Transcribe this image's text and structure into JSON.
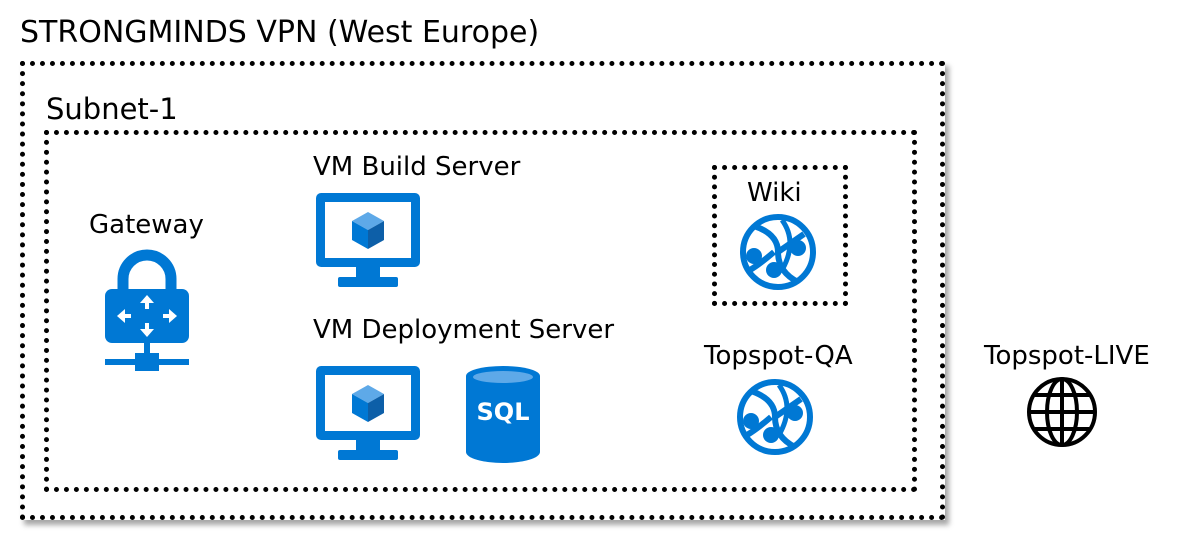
{
  "vpn": {
    "title": "STRONGMINDS VPN (West Europe)"
  },
  "subnet": {
    "title": "Subnet-1"
  },
  "nodes": {
    "gateway": {
      "label": "Gateway",
      "icon": "gateway-lock-icon"
    },
    "build_server": {
      "label": "VM Build Server",
      "icon": "virtual-machine-icon"
    },
    "deployment_server": {
      "label": "VM Deployment Server",
      "icon": "virtual-machine-icon",
      "db_icon": "sql-database-icon",
      "db_text": "SQL"
    },
    "wiki": {
      "label": "Wiki",
      "icon": "web-app-globe-icon"
    },
    "topspot_qa": {
      "label": "Topspot-QA",
      "icon": "web-app-globe-icon"
    },
    "topspot_live": {
      "label": "Topspot-LIVE",
      "icon": "globe-icon"
    }
  },
  "colors": {
    "azure_blue": "#0078D4",
    "border": "#000000",
    "background": "#FFFFFF"
  }
}
